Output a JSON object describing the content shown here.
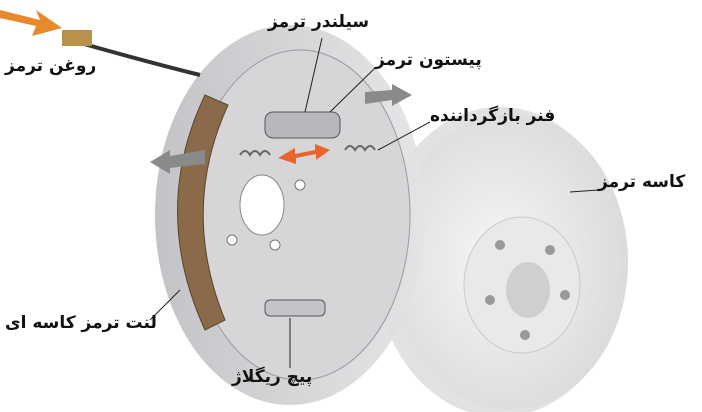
{
  "title": "Drum brake components",
  "labels": {
    "brake_fluid": "روغن ترمز",
    "brake_cylinder": "سیلندر ترمز",
    "brake_piston": "پیستون ترمز",
    "return_spring": "فنر بازگرداننده",
    "brake_drum": "کاسه ترمز",
    "brake_shoe_lining": "لنت ترمز کاسه ای",
    "adjuster_screw": "پیچ ریگلاژ"
  },
  "colors": {
    "fluid_arrow": "#e8892b",
    "lining": "#8a6a48",
    "plate": "#cfcfd2",
    "drum": "#ececee",
    "motion_arrow": "#8a8a8a"
  }
}
